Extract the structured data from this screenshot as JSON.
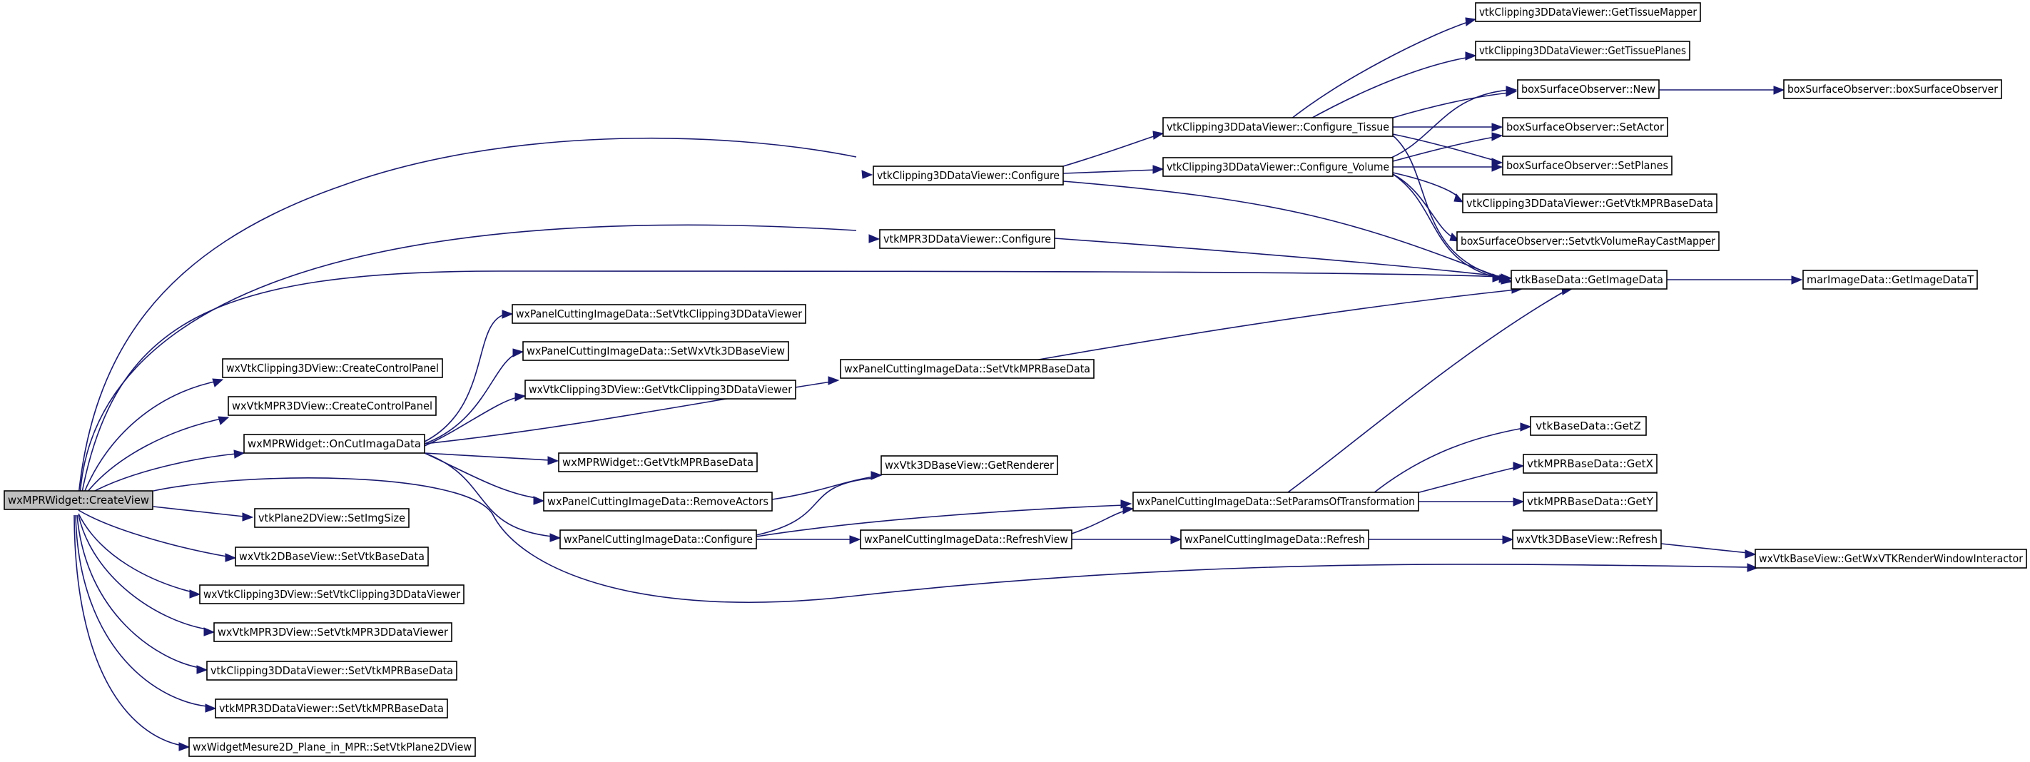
{
  "colors": {
    "edge": "#191970",
    "root_fill": "#bfbfbf",
    "node_fill": "#ffffff",
    "border": "#000000"
  },
  "nodes": [
    {
      "id": "root",
      "label": "wxMPRWidget::CreateView",
      "root": true
    },
    {
      "id": "c3d_cfg",
      "label": "vtkClipping3DDataViewer::Configure"
    },
    {
      "id": "mpr_cfg",
      "label": "vtkMPR3DDataViewer::Configure"
    },
    {
      "id": "c3dv_ccp",
      "label": "wxVtkClipping3DView::CreateControlPanel"
    },
    {
      "id": "mprv_ccp",
      "label": "wxVtkMPR3DView::CreateControlPanel"
    },
    {
      "id": "oncut",
      "label": "wxMPRWidget::OnCutImagaData"
    },
    {
      "id": "p2d_size",
      "label": "vtkPlane2DView::SetImgSize"
    },
    {
      "id": "v2d_setbase",
      "label": "wxVtk2DBaseView::SetVtkBaseData"
    },
    {
      "id": "c3dv_setviewer",
      "label": "wxVtkClipping3DView::SetVtkClipping3DDataViewer"
    },
    {
      "id": "mprv_setviewer",
      "label": "wxVtkMPR3DView::SetVtkMPR3DDataViewer"
    },
    {
      "id": "c3d_setmpr",
      "label": "vtkClipping3DDataViewer::SetVtkMPRBaseData"
    },
    {
      "id": "mpr_setmpr",
      "label": "vtkMPR3DDataViewer::SetVtkMPRBaseData"
    },
    {
      "id": "mesure",
      "label": "wxWidgetMesure2D_Plane_in_MPR::SetVtkPlane2DView"
    },
    {
      "id": "pc_setc3d",
      "label": "wxPanelCuttingImageData::SetVtkClipping3DDataViewer"
    },
    {
      "id": "pc_setwx3d",
      "label": "wxPanelCuttingImageData::SetWxVtk3DBaseView"
    },
    {
      "id": "c3dv_get",
      "label": "wxVtkClipping3DView::GetVtkClipping3DDataViewer"
    },
    {
      "id": "w_getmpr",
      "label": "wxMPRWidget::GetVtkMPRBaseData"
    },
    {
      "id": "pc_remove",
      "label": "wxPanelCuttingImageData::RemoveActors"
    },
    {
      "id": "pc_cfg",
      "label": "wxPanelCuttingImageData::Configure"
    },
    {
      "id": "pc_setmpr",
      "label": "wxPanelCuttingImageData::SetVtkMPRBaseData"
    },
    {
      "id": "wx3d_getren",
      "label": "wxVtk3DBaseView::GetRenderer"
    },
    {
      "id": "pc_refview",
      "label": "wxPanelCuttingImageData::RefreshView"
    },
    {
      "id": "c3d_tissue",
      "label": "vtkClipping3DDataViewer::Configure_Tissue"
    },
    {
      "id": "c3d_volume",
      "label": "vtkClipping3DDataViewer::Configure_Volume"
    },
    {
      "id": "pc_params",
      "label": "wxPanelCuttingImageData::SetParamsOfTransformation"
    },
    {
      "id": "pc_refresh",
      "label": "wxPanelCuttingImageData::Refresh"
    },
    {
      "id": "c3d_tmapper",
      "label": "vtkClipping3DDataViewer::GetTissueMapper"
    },
    {
      "id": "c3d_tplanes",
      "label": "vtkClipping3DDataViewer::GetTissuePlanes"
    },
    {
      "id": "bso_new",
      "label": "boxSurfaceObserver::New"
    },
    {
      "id": "bso_actor",
      "label": "boxSurfaceObserver::SetActor"
    },
    {
      "id": "bso_planes",
      "label": "boxSurfaceObserver::SetPlanes"
    },
    {
      "id": "c3d_getmpr",
      "label": "vtkClipping3DDataViewer::GetVtkMPRBaseData"
    },
    {
      "id": "bso_raycast",
      "label": "boxSurfaceObserver::SetvtkVolumeRayCastMapper"
    },
    {
      "id": "base_getimg",
      "label": "vtkBaseData::GetImageData"
    },
    {
      "id": "base_getz",
      "label": "vtkBaseData::GetZ"
    },
    {
      "id": "mpr_getx",
      "label": "vtkMPRBaseData::GetX"
    },
    {
      "id": "mpr_gety",
      "label": "vtkMPRBaseData::GetY"
    },
    {
      "id": "wx3d_refresh",
      "label": "wxVtk3DBaseView::Refresh"
    },
    {
      "id": "bso_ctor",
      "label": "boxSurfaceObserver::boxSurfaceObserver"
    },
    {
      "id": "mar_getimg",
      "label": "marImageData::GetImageDataT"
    },
    {
      "id": "wxbase_getiren",
      "label": "wxVtkBaseView::GetWxVTKRenderWindowInteractor"
    }
  ]
}
